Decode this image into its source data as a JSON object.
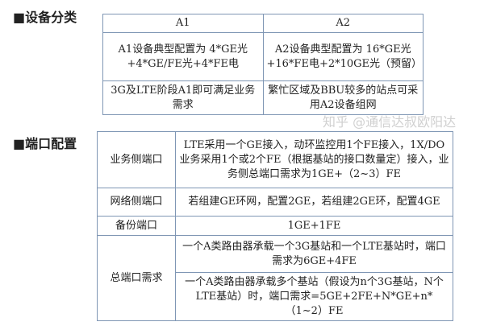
{
  "section1": {
    "heading": "■设备分类",
    "headers": [
      "A1",
      "A2"
    ],
    "rows": [
      [
        "A1设备典型配置为 4*GE光+4*GE/FE光+4*FE电",
        "A2设备典型配置为 16*GE光+16*FE电+2*10GE光（预留）"
      ],
      [
        "3G及LTE阶段A1即可满足业务需求",
        "繁忙区域及BBU较多的站点可采用A2设备组网"
      ]
    ]
  },
  "section2": {
    "heading": "■端口配置",
    "rows": [
      {
        "key": "业务侧端口",
        "value": "LTE采用一个GE接入，动环监控用1个FE接入，1X/DO业务采用1个或2个FE（根据基站的接口数量定）接入，业务侧总端口需求为1GE+（2~3）FE"
      },
      {
        "key": "网络侧端口",
        "value": "若组建GE环网，配置2GE，若组建2GE环，配置4GE"
      },
      {
        "key": "备份端口",
        "value": "1GE+1FE"
      },
      {
        "key": "总端口需求",
        "values": [
          "一个A类路由器承载一个3G基站和一个LTE基站时，端口需求为6GE+4FE",
          "一个A类路由器承载多个基站（假设为n个3G基站，N个LTE基站）时，端口需求=5GE+2FE+N*GE+n*（1~2）FE"
        ]
      }
    ]
  },
  "watermark": "知乎 @通信达叔欧阳达"
}
